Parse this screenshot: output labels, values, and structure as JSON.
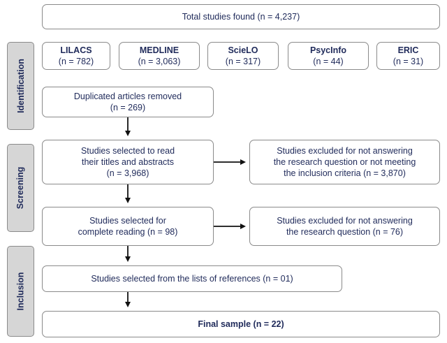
{
  "stages": {
    "identification": "Identification",
    "screening": "Screening",
    "inclusion": "Inclusion"
  },
  "total": {
    "text": "Total studies found (n = 4,237)"
  },
  "databases": [
    {
      "name": "LILACS",
      "count": "(n = 782)"
    },
    {
      "name": "MEDLINE",
      "count": "(n = 3,063)"
    },
    {
      "name": "ScieLO",
      "count": "(n = 317)"
    },
    {
      "name": "PsycInfo",
      "count": "(n = 44)"
    },
    {
      "name": "ERIC",
      "count": "(n = 31)"
    }
  ],
  "duplicates": {
    "line1": "Duplicated articles removed",
    "line2": "(n = 269)"
  },
  "titles_abstracts": {
    "line1": "Studies selected to read",
    "line2": "their titles and abstracts",
    "line3": "(n = 3,968)"
  },
  "excluded_1": {
    "line1": "Studies excluded for not answering",
    "line2": "the research question or not meeting",
    "line3": "the inclusion criteria (n = 3,870)"
  },
  "complete_reading": {
    "line1": "Studies selected for",
    "line2": "complete reading (n = 98)"
  },
  "excluded_2": {
    "line1": "Studies excluded for not answering",
    "line2": "the research question (n = 76)"
  },
  "references": {
    "text": "Studies selected from the lists of references (n = 01)"
  },
  "final": {
    "text": "Final sample (n = 22)"
  },
  "colors": {
    "text": "#1f2a5a",
    "border": "#8a8a8a",
    "stage_fill": "#d6d6d6",
    "arrow": "#111111"
  }
}
